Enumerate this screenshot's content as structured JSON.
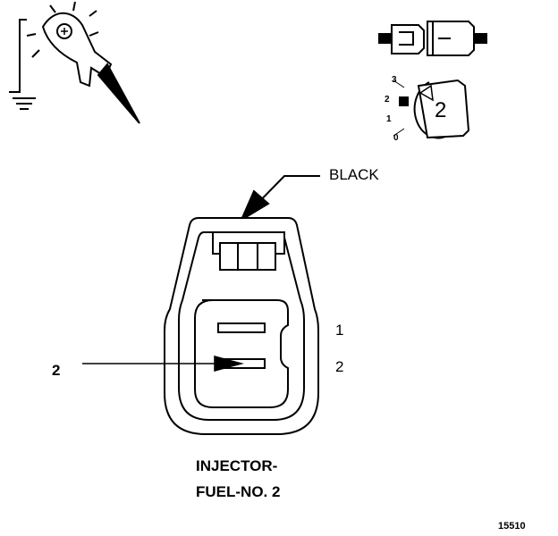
{
  "callout_label": "BLACK",
  "pins": [
    "1",
    "2"
  ],
  "wire_label": "2",
  "title_line1": "INJECTOR-",
  "title_line2": "FUEL-NO. 2",
  "figure_number": "15510",
  "dial_numbers": [
    "3",
    "2",
    "1",
    "0"
  ],
  "dial_big_number": "2"
}
